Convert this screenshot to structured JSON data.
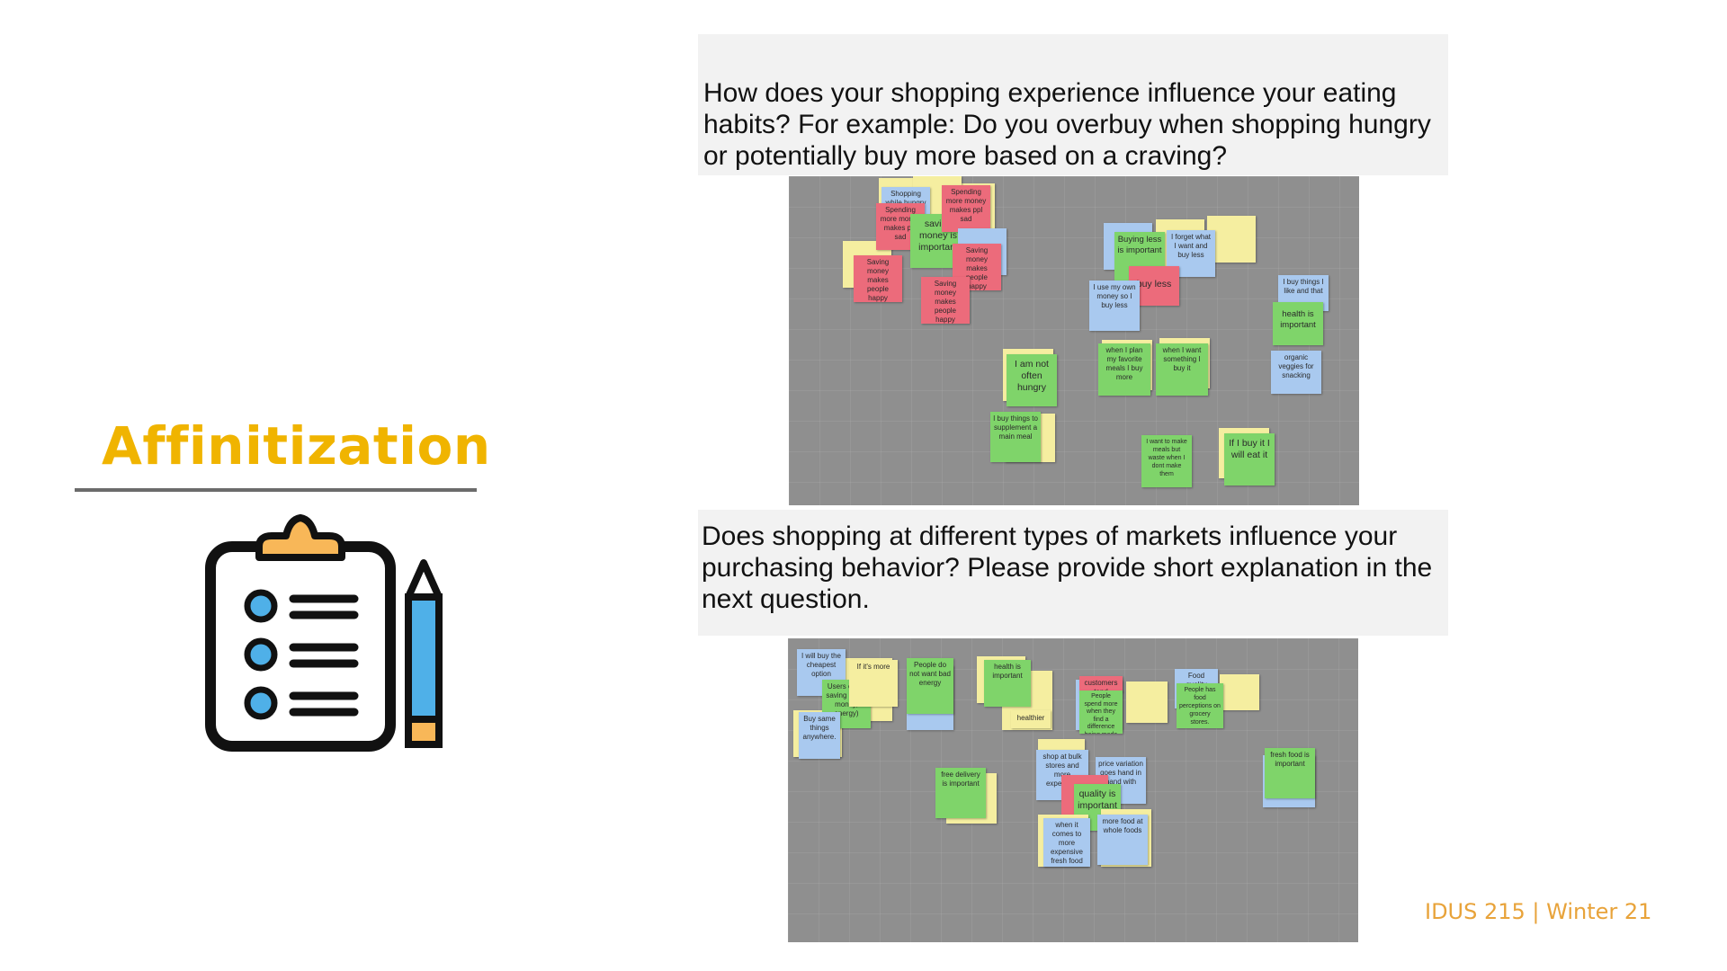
{
  "slide": {
    "title": "Affinitization",
    "footer": "IDUS 215 | Winter 21",
    "icon": "clipboard-checklist-pencil-icon"
  },
  "questions": [
    "How does your shopping experience influence your eating habits? For example: Do you overbuy when shopping hungry or potentially buy more based on a craving?",
    "Does shopping at different types of markets influence your purchasing behavior? Please provide short explanation in the next question."
  ],
  "colors": {
    "title": "#f0b400",
    "footer": "#e8a33a",
    "board": "#8f8f8f",
    "note_yellow": "#f5eea0",
    "note_green": "#7fd46a",
    "note_pink": "#ec6b7b",
    "note_blue": "#a9c9ef",
    "icon_clip": "#f8b758",
    "icon_bullets": "#4fb0e8"
  },
  "board1": {
    "notes": [
      {
        "text": "Shopping while hungry leads to",
        "color": "blue"
      },
      {
        "text": "Spending more money makes ppl sad",
        "color": "pink"
      },
      {
        "text": "saving money is important",
        "color": "green"
      },
      {
        "text": "Spending more money makes ppl sad",
        "color": "pink"
      },
      {
        "text": "Saving money makes people happy",
        "color": "pink"
      },
      {
        "text": "Saving money makes people happy",
        "color": "pink"
      },
      {
        "text": "Saving money makes people happy",
        "color": "pink"
      },
      {
        "text": "Buying less is important",
        "color": "green"
      },
      {
        "text": "I forget what I want and buy less",
        "color": "blue"
      },
      {
        "text": "buy less",
        "color": "pink"
      },
      {
        "text": "I use my own money so I buy less",
        "color": "blue"
      },
      {
        "text": "I buy things I like and that",
        "color": "blue"
      },
      {
        "text": "health is important",
        "color": "green"
      },
      {
        "text": "organic veggies for snacking",
        "color": "blue"
      },
      {
        "text": "I am not often hungry",
        "color": "green"
      },
      {
        "text": "when I plan my favorite meals I buy more",
        "color": "green"
      },
      {
        "text": "when I want something I buy it",
        "color": "green"
      },
      {
        "text": "I buy things to supplement a main meal",
        "color": "green"
      },
      {
        "text": "I want to make meals but waste when I dont make them",
        "color": "green"
      },
      {
        "text": "If I buy it I will eat it",
        "color": "green"
      }
    ]
  },
  "board2": {
    "notes": [
      {
        "text": "I will buy the cheapest option",
        "color": "blue"
      },
      {
        "text": "Users enjoy saving (time, money, energy)",
        "color": "green"
      },
      {
        "text": "Buy same things anywhere.",
        "color": "blue"
      },
      {
        "text": "If it's more",
        "color": "yellow"
      },
      {
        "text": "People do not want bad energy",
        "color": "green"
      },
      {
        "text": "health is important",
        "color": "green"
      },
      {
        "text": "healthier",
        "color": "yellow"
      },
      {
        "text": "customers tend",
        "color": "pink"
      },
      {
        "text": "People spend more when they find a difference being made",
        "color": "green"
      },
      {
        "text": "Food quality",
        "color": "blue"
      },
      {
        "text": "People has food perceptions on grocery stores.",
        "color": "green"
      },
      {
        "text": "fresh food is important",
        "color": "green"
      },
      {
        "text": "free delivery is important",
        "color": "green"
      },
      {
        "text": "shop at bulk stores and more expensive",
        "color": "blue"
      },
      {
        "text": "price variation goes hand in hand with",
        "color": "blue"
      },
      {
        "text": "quality is important",
        "color": "green"
      },
      {
        "text": "when it comes to more expensive fresh food",
        "color": "blue"
      },
      {
        "text": "more food at whole foods",
        "color": "blue"
      }
    ]
  }
}
